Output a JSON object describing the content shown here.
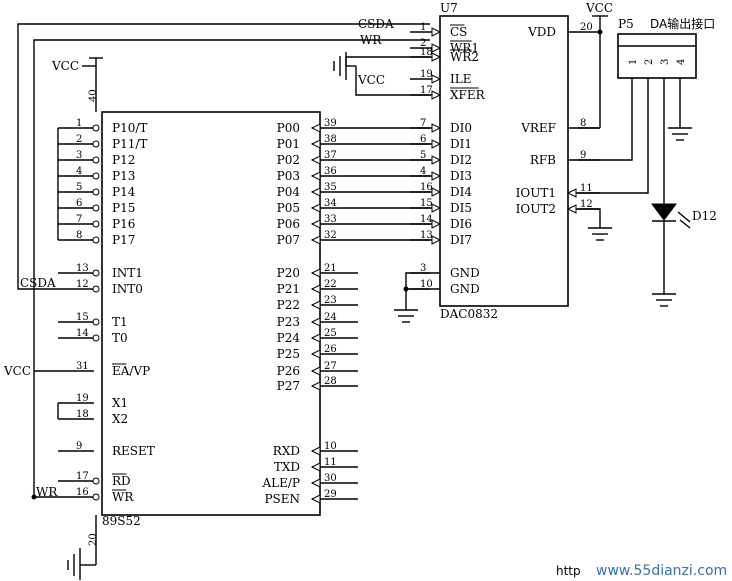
{
  "mcu": {
    "part": "89S52",
    "part_bottom": "89S52",
    "vcc_label": "VCC",
    "vcc_pin": "40",
    "gnd_pin": "20",
    "left_pins": [
      {
        "num": "1",
        "name": "P10/T"
      },
      {
        "num": "2",
        "name": "P11/T"
      },
      {
        "num": "3",
        "name": "P12"
      },
      {
        "num": "4",
        "name": "P13"
      },
      {
        "num": "5",
        "name": "P14"
      },
      {
        "num": "6",
        "name": "P15"
      },
      {
        "num": "7",
        "name": "P16"
      },
      {
        "num": "8",
        "name": "P17"
      },
      {
        "num": "13",
        "name": "INT1"
      },
      {
        "num": "12",
        "name": "INT0"
      },
      {
        "num": "15",
        "name": "T1"
      },
      {
        "num": "14",
        "name": "T0"
      },
      {
        "num": "31",
        "name": "EA/VP"
      },
      {
        "num": "19",
        "name": "X1"
      },
      {
        "num": "18",
        "name": "X2"
      },
      {
        "num": "9",
        "name": "RESET"
      },
      {
        "num": "17",
        "name": "RD"
      },
      {
        "num": "16",
        "name": "WR"
      }
    ],
    "right_pins": [
      {
        "num": "39",
        "name": "P00"
      },
      {
        "num": "38",
        "name": "P01"
      },
      {
        "num": "37",
        "name": "P02"
      },
      {
        "num": "36",
        "name": "P03"
      },
      {
        "num": "35",
        "name": "P04"
      },
      {
        "num": "34",
        "name": "P05"
      },
      {
        "num": "33",
        "name": "P06"
      },
      {
        "num": "32",
        "name": "P07"
      },
      {
        "num": "21",
        "name": "P20"
      },
      {
        "num": "22",
        "name": "P21"
      },
      {
        "num": "23",
        "name": "P22"
      },
      {
        "num": "24",
        "name": "P23"
      },
      {
        "num": "25",
        "name": "P24"
      },
      {
        "num": "26",
        "name": "P25"
      },
      {
        "num": "27",
        "name": "P26"
      },
      {
        "num": "28",
        "name": "P27"
      },
      {
        "num": "10",
        "name": "RXD"
      },
      {
        "num": "11",
        "name": "TXD"
      },
      {
        "num": "30",
        "name": "ALE/P"
      },
      {
        "num": "29",
        "name": "PSEN"
      }
    ],
    "ea_vcc_label": "VCC",
    "csda_label": "CSDA",
    "wr_label": "WR"
  },
  "dac": {
    "ref": "U7",
    "part": "DAC0832",
    "left_pins": [
      {
        "num": "1",
        "name": "CS"
      },
      {
        "num": "2",
        "name": "WR1"
      },
      {
        "num": "18",
        "name": "WR2"
      },
      {
        "num": "19",
        "name": "ILE"
      },
      {
        "num": "17",
        "name": "XFER"
      },
      {
        "num": "7",
        "name": "DI0"
      },
      {
        "num": "6",
        "name": "DI1"
      },
      {
        "num": "5",
        "name": "DI2"
      },
      {
        "num": "4",
        "name": "DI3"
      },
      {
        "num": "16",
        "name": "DI4"
      },
      {
        "num": "15",
        "name": "DI5"
      },
      {
        "num": "14",
        "name": "DI6"
      },
      {
        "num": "13",
        "name": "DI7"
      },
      {
        "num": "3",
        "name": "GND"
      },
      {
        "num": "10",
        "name": "GND"
      }
    ],
    "right_pins": [
      {
        "num": "20",
        "name": "VDD"
      },
      {
        "num": "8",
        "name": "VREF"
      },
      {
        "num": "9",
        "name": "RFB"
      },
      {
        "num": "11",
        "name": "IOUT1"
      },
      {
        "num": "12",
        "name": "IOUT2"
      }
    ],
    "csda_label": "CSDA",
    "wr_label": "WR",
    "ile_vcc_label": "VCC",
    "vdd_vcc_label": "VCC"
  },
  "connector": {
    "ref": "P5",
    "title": "DA输出接口",
    "pins": [
      "1",
      "2",
      "3",
      "4"
    ]
  },
  "led": {
    "ref": "D12"
  },
  "watermark": {
    "prefix": "http",
    "site": "www.55dianzi.com"
  }
}
